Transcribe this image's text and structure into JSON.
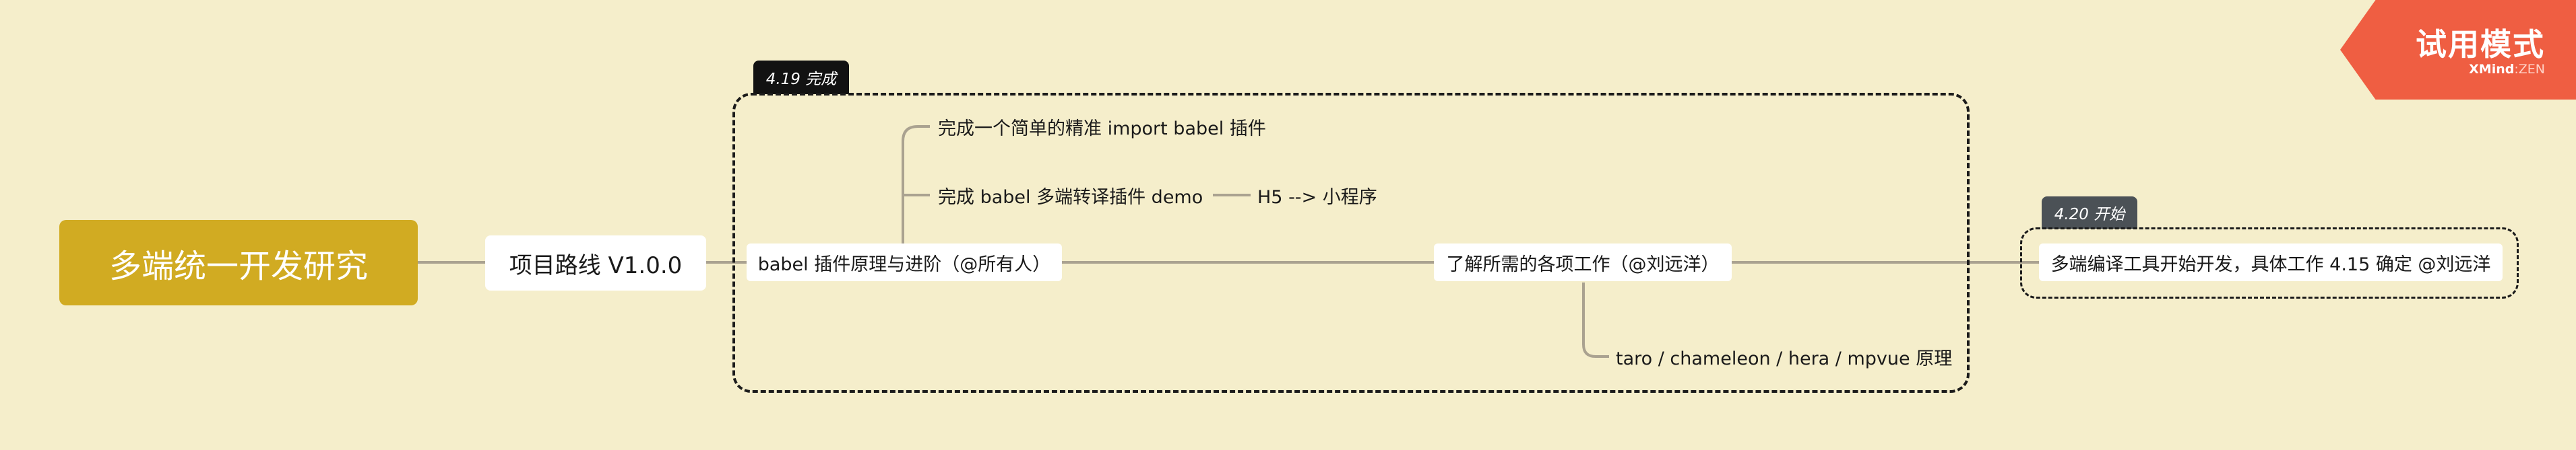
{
  "central_topic": "多端统一开发研究",
  "main_topic": "项目路线 V1.0.0",
  "boundary_1": {
    "tag": "4.19 完成",
    "topic": "babel 插件原理与进阶（@所有人）",
    "subtopics": [
      "完成一个简单的精准 import babel 插件",
      "完成 babel 多端转译插件 demo"
    ],
    "demo_child": "H5 --> 小程序",
    "research_topic": "了解所需的各项工作（@刘远洋）",
    "research_child": "taro / chameleon / hera / mpvue 原理"
  },
  "boundary_2": {
    "tag": "4.20 开始",
    "topic": "多端编译工具开始开发，具体工作 4.15 确定 @刘远洋"
  },
  "trial": {
    "title": "试用模式",
    "brand_main": "XMind",
    "brand_sep": ":",
    "brand_sub": "ZEN"
  },
  "colors": {
    "background": "#f5eecb",
    "central": "#d1ab22",
    "tag_1": "#121212",
    "tag_2": "#4b5156",
    "trial": "#ef5e42",
    "connector": "#aaa290"
  }
}
